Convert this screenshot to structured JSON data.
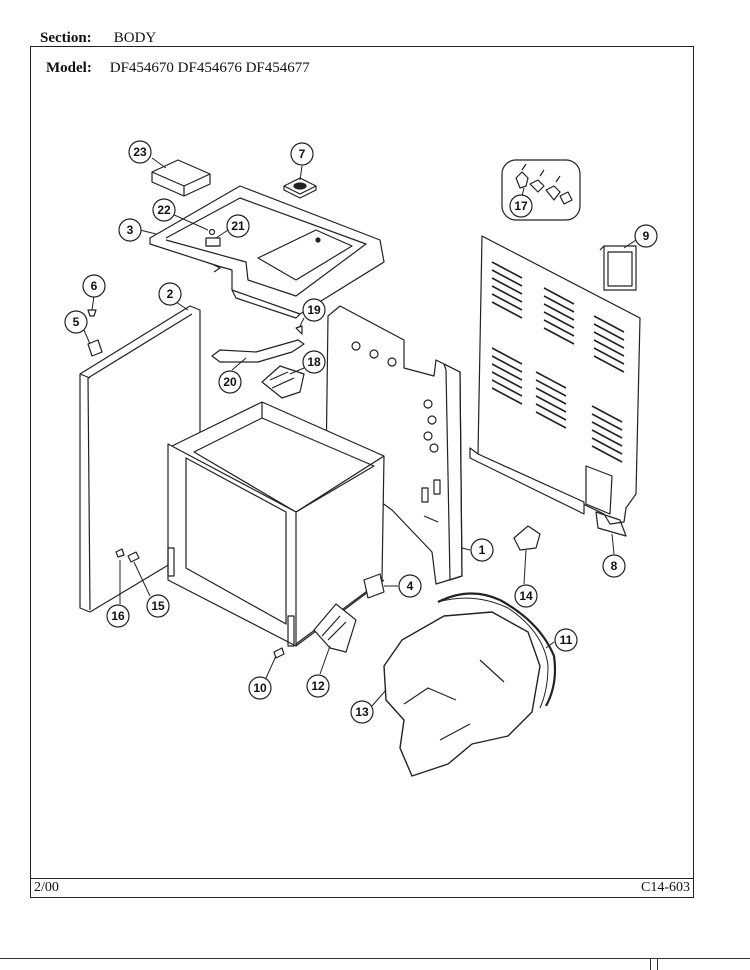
{
  "header": {
    "section_label": "Section:",
    "section_value": "BODY",
    "model_label": "Model:",
    "model_value": "DF454670 DF454676 DF454677"
  },
  "footer": {
    "date": "2/00",
    "page_code": "C14-603"
  },
  "callouts": {
    "c1": "1",
    "c2": "2",
    "c3": "3",
    "c4": "4",
    "c5": "5",
    "c6": "6",
    "c7": "7",
    "c8": "8",
    "c9": "9",
    "c10": "10",
    "c11": "11",
    "c12": "12",
    "c13": "13",
    "c14": "14",
    "c15": "15",
    "c16": "16",
    "c17": "17",
    "c18": "18",
    "c19": "19",
    "c20": "20",
    "c21": "21",
    "c22": "22",
    "c23": "23"
  }
}
